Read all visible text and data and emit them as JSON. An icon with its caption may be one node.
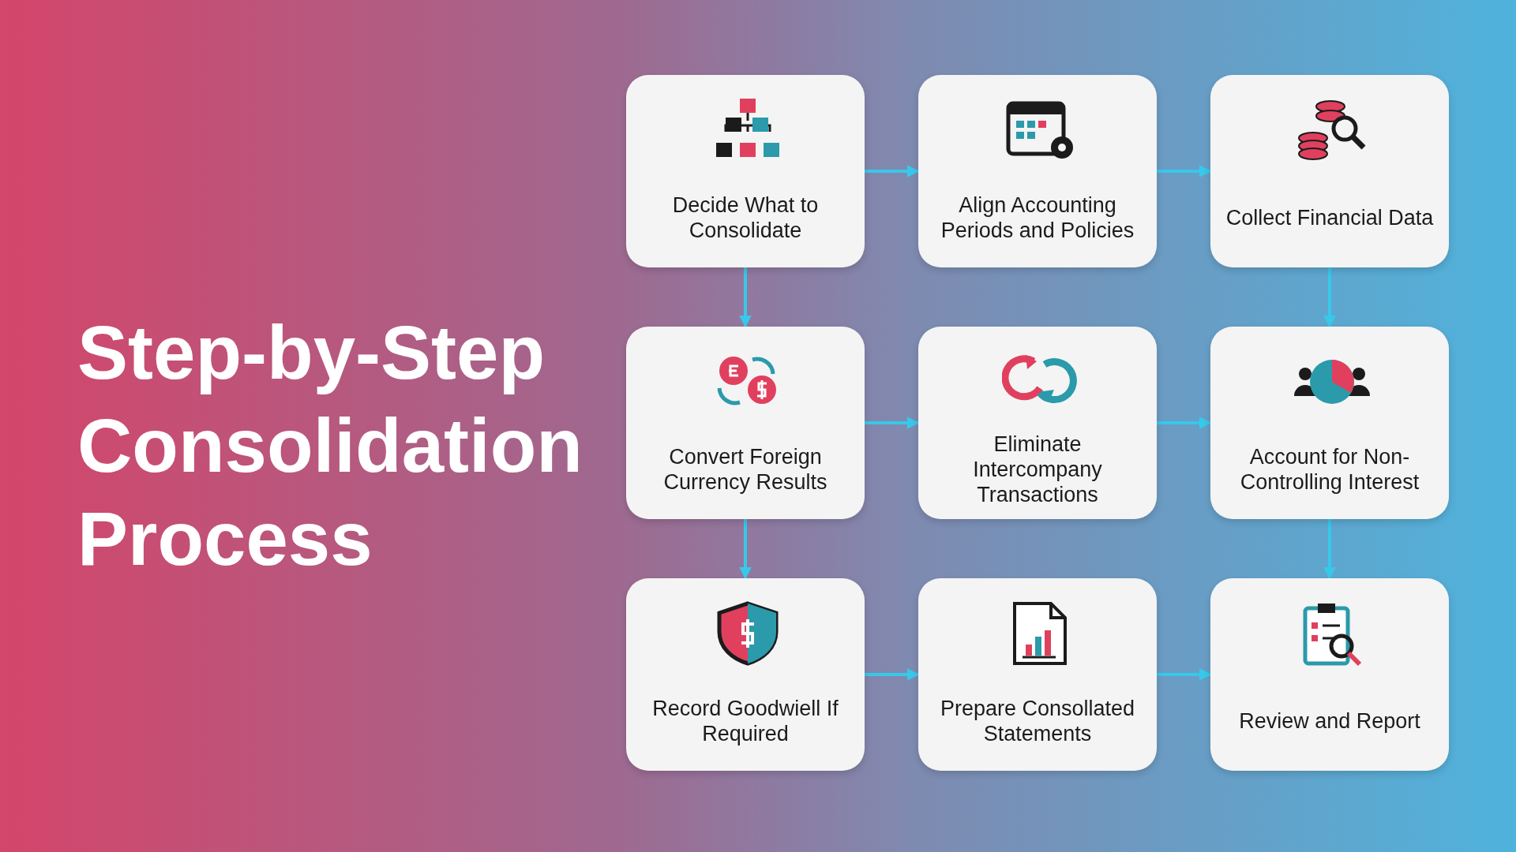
{
  "diagram": {
    "title": "Step-by-Step Consolidation Process",
    "nodes": [
      {
        "text": [
          "Decide What to Consolidate"
        ]
      },
      {
        "text": [
          "Align Accounting Periods and Policies"
        ]
      },
      {
        "text": [
          "Collect Financial Data"
        ]
      },
      {
        "text": [
          "Convert Foreign Currency Results"
        ]
      },
      {
        "text": [
          "Eliminate Intercompany Transactions"
        ]
      },
      {
        "text": [
          "Account for Non-Controlling Interest"
        ]
      },
      {
        "text": [
          "Record Goodwiell If Required"
        ]
      },
      {
        "text": [
          "Prepare Consollated Statements"
        ]
      },
      {
        "text": [
          "Review and Report"
        ]
      }
    ],
    "edges": [
      {
        "from": 0,
        "to": 1,
        "arrow": "to"
      },
      {
        "from": 1,
        "to": 2,
        "arrow": "to"
      },
      {
        "from": 0,
        "to": 3,
        "arrow": "to"
      },
      {
        "from": 2,
        "to": 5,
        "arrow": "to"
      },
      {
        "from": 3,
        "to": 4,
        "arrow": "to"
      },
      {
        "from": 4,
        "to": 5,
        "arrow": "to"
      },
      {
        "from": 3,
        "to": 6,
        "arrow": "to"
      },
      {
        "from": 5,
        "to": 8,
        "arrow": "to"
      },
      {
        "from": 6,
        "to": 7,
        "arrow": "to"
      },
      {
        "from": 7,
        "to": 8,
        "arrow": "to"
      }
    ]
  }
}
